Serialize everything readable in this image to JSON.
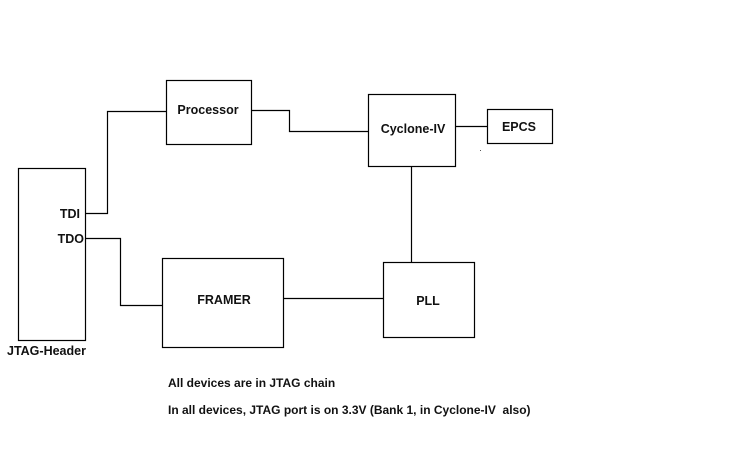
{
  "diagram": {
    "blocks": {
      "jtag_header": {
        "label": "JTAG-Header",
        "pins": {
          "tdi": "TDI",
          "tdo": "TDO"
        }
      },
      "processor": {
        "label": "Processor"
      },
      "cyclone": {
        "label": "Cyclone-IV"
      },
      "epcs": {
        "label": "EPCS"
      },
      "framer": {
        "label": "FRAMER"
      },
      "pll": {
        "label": "PLL"
      }
    },
    "connections": [
      {
        "from": "JTAG-Header.TDI",
        "to": "Processor"
      },
      {
        "from": "Processor",
        "to": "Cyclone-IV"
      },
      {
        "from": "Cyclone-IV",
        "to": "EPCS"
      },
      {
        "from": "Cyclone-IV",
        "to": "PLL"
      },
      {
        "from": "PLL",
        "to": "FRAMER"
      },
      {
        "from": "FRAMER",
        "to": "JTAG-Header.TDO"
      }
    ],
    "notes": [
      "All devices are in JTAG chain",
      "In all devices, JTAG port is on 3.3V (Bank 1, in Cyclone-IV  also)"
    ]
  }
}
